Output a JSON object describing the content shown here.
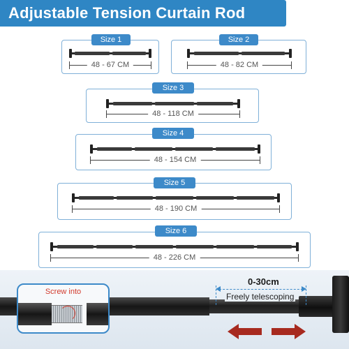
{
  "title": "Adjustable Tension Curtain Rod",
  "sizes": [
    {
      "tab": "Size 1",
      "range": "48 - 67 CM"
    },
    {
      "tab": "Size 2",
      "range": "48 - 82 CM"
    },
    {
      "tab": "Size 3",
      "range": "48 - 118 CM"
    },
    {
      "tab": "Size 4",
      "range": "48 - 154 CM"
    },
    {
      "tab": "Size 5",
      "range": "48 - 190 CM"
    },
    {
      "tab": "Size 6",
      "range": "48 - 226 CM"
    }
  ],
  "detail": {
    "screw_label": "Screw into",
    "telescoping_range": "0-30cm",
    "telescoping_label": "Freely telescoping"
  },
  "colors": {
    "banner": "#2f86c4",
    "tab": "#3d8ac9",
    "box_border": "#7fb0d8",
    "arrow_red": "#a72a1f",
    "screw_text": "#d23a2c"
  }
}
